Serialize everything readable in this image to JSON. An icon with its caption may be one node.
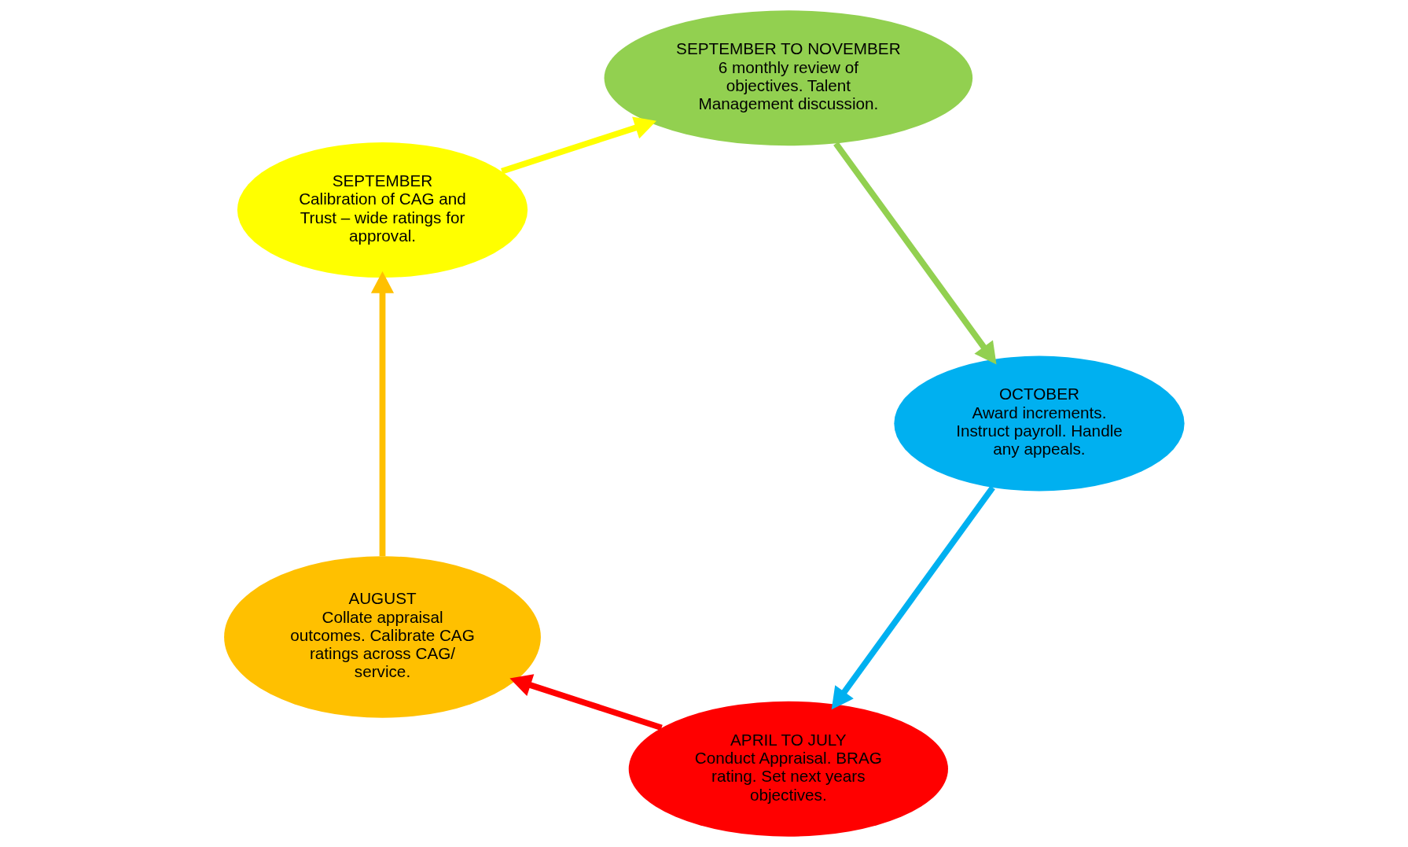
{
  "diagram": {
    "nodes": [
      {
        "text": [
          "APRIL TO JULY",
          "Conduct Appraisal. BRAG rating. Set next years objectives."
        ]
      },
      {
        "text": [
          "AUGUST",
          "Collate appraisal outcomes. Calibrate CAG ratings across CAG/ service."
        ]
      },
      {
        "text": [
          "SEPTEMBER",
          "Calibration of CAG and Trust – wide ratings for approval."
        ]
      },
      {
        "text": [
          "SEPTEMBER TO NOVEMBER",
          "6 monthly review of objectives. Talent Management discussion."
        ]
      },
      {
        "text": [
          "OCTOBER",
          "Award increments. Instruct payroll. Handle any appeals."
        ]
      }
    ],
    "edges": [
      {
        "from": 0,
        "to": 1,
        "arrow": "to",
        "color": "#ff0000"
      },
      {
        "from": 1,
        "to": 2,
        "arrow": "to",
        "color": "#ffc000"
      },
      {
        "from": 2,
        "to": 3,
        "arrow": "to",
        "color": "#ffff00"
      },
      {
        "from": 3,
        "to": 4,
        "arrow": "to",
        "color": "#92d050"
      },
      {
        "from": 4,
        "to": 0,
        "arrow": "to",
        "color": "#00b0f0"
      }
    ]
  }
}
